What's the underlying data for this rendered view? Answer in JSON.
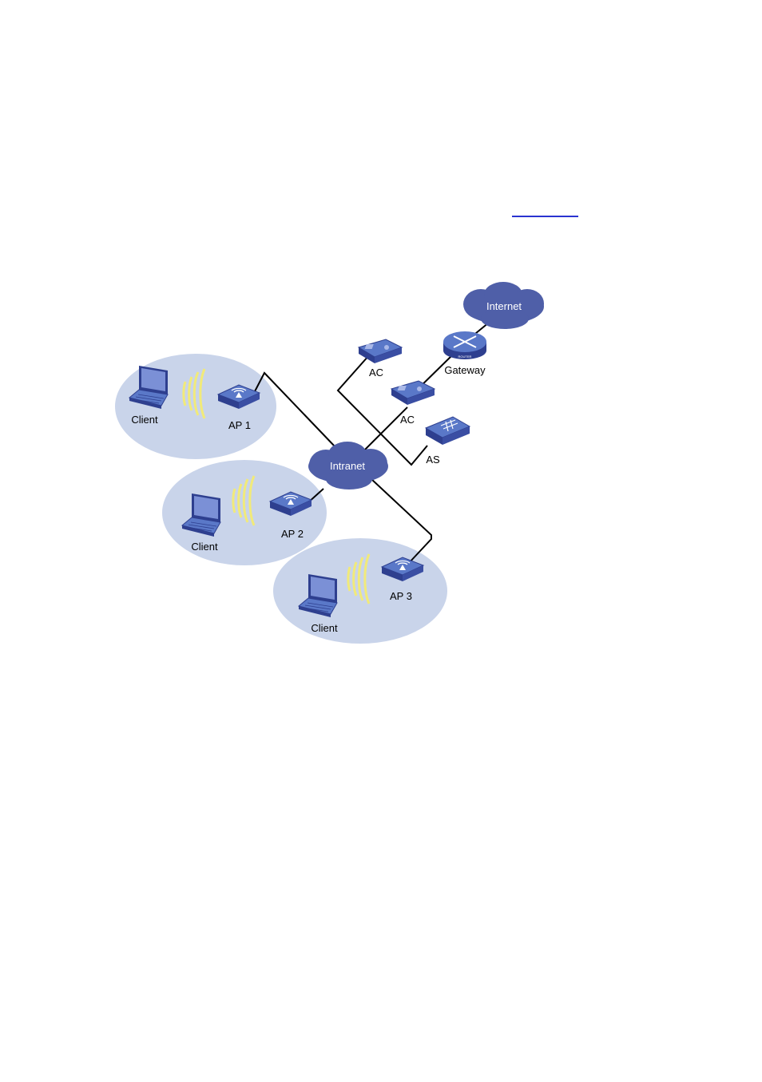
{
  "colors": {
    "cloud": "#4f5fa8",
    "cell": "#c9d4ea",
    "device_top": "#5a78c8",
    "device_side": "#2e3f8f",
    "signal": "#f1ea7a",
    "line": "#000000",
    "link": "#2a33d0"
  },
  "clouds": {
    "internet": "Internet",
    "intranet": "Intranet"
  },
  "devices": {
    "ac1": "AC",
    "ac2": "AC",
    "as": "AS",
    "gateway": "Gateway",
    "router_badge": "ROUTER"
  },
  "cells": [
    {
      "client": "Client",
      "ap": "AP 1"
    },
    {
      "client": "Client",
      "ap": "AP 2"
    },
    {
      "client": "Client",
      "ap": "AP 3"
    }
  ]
}
